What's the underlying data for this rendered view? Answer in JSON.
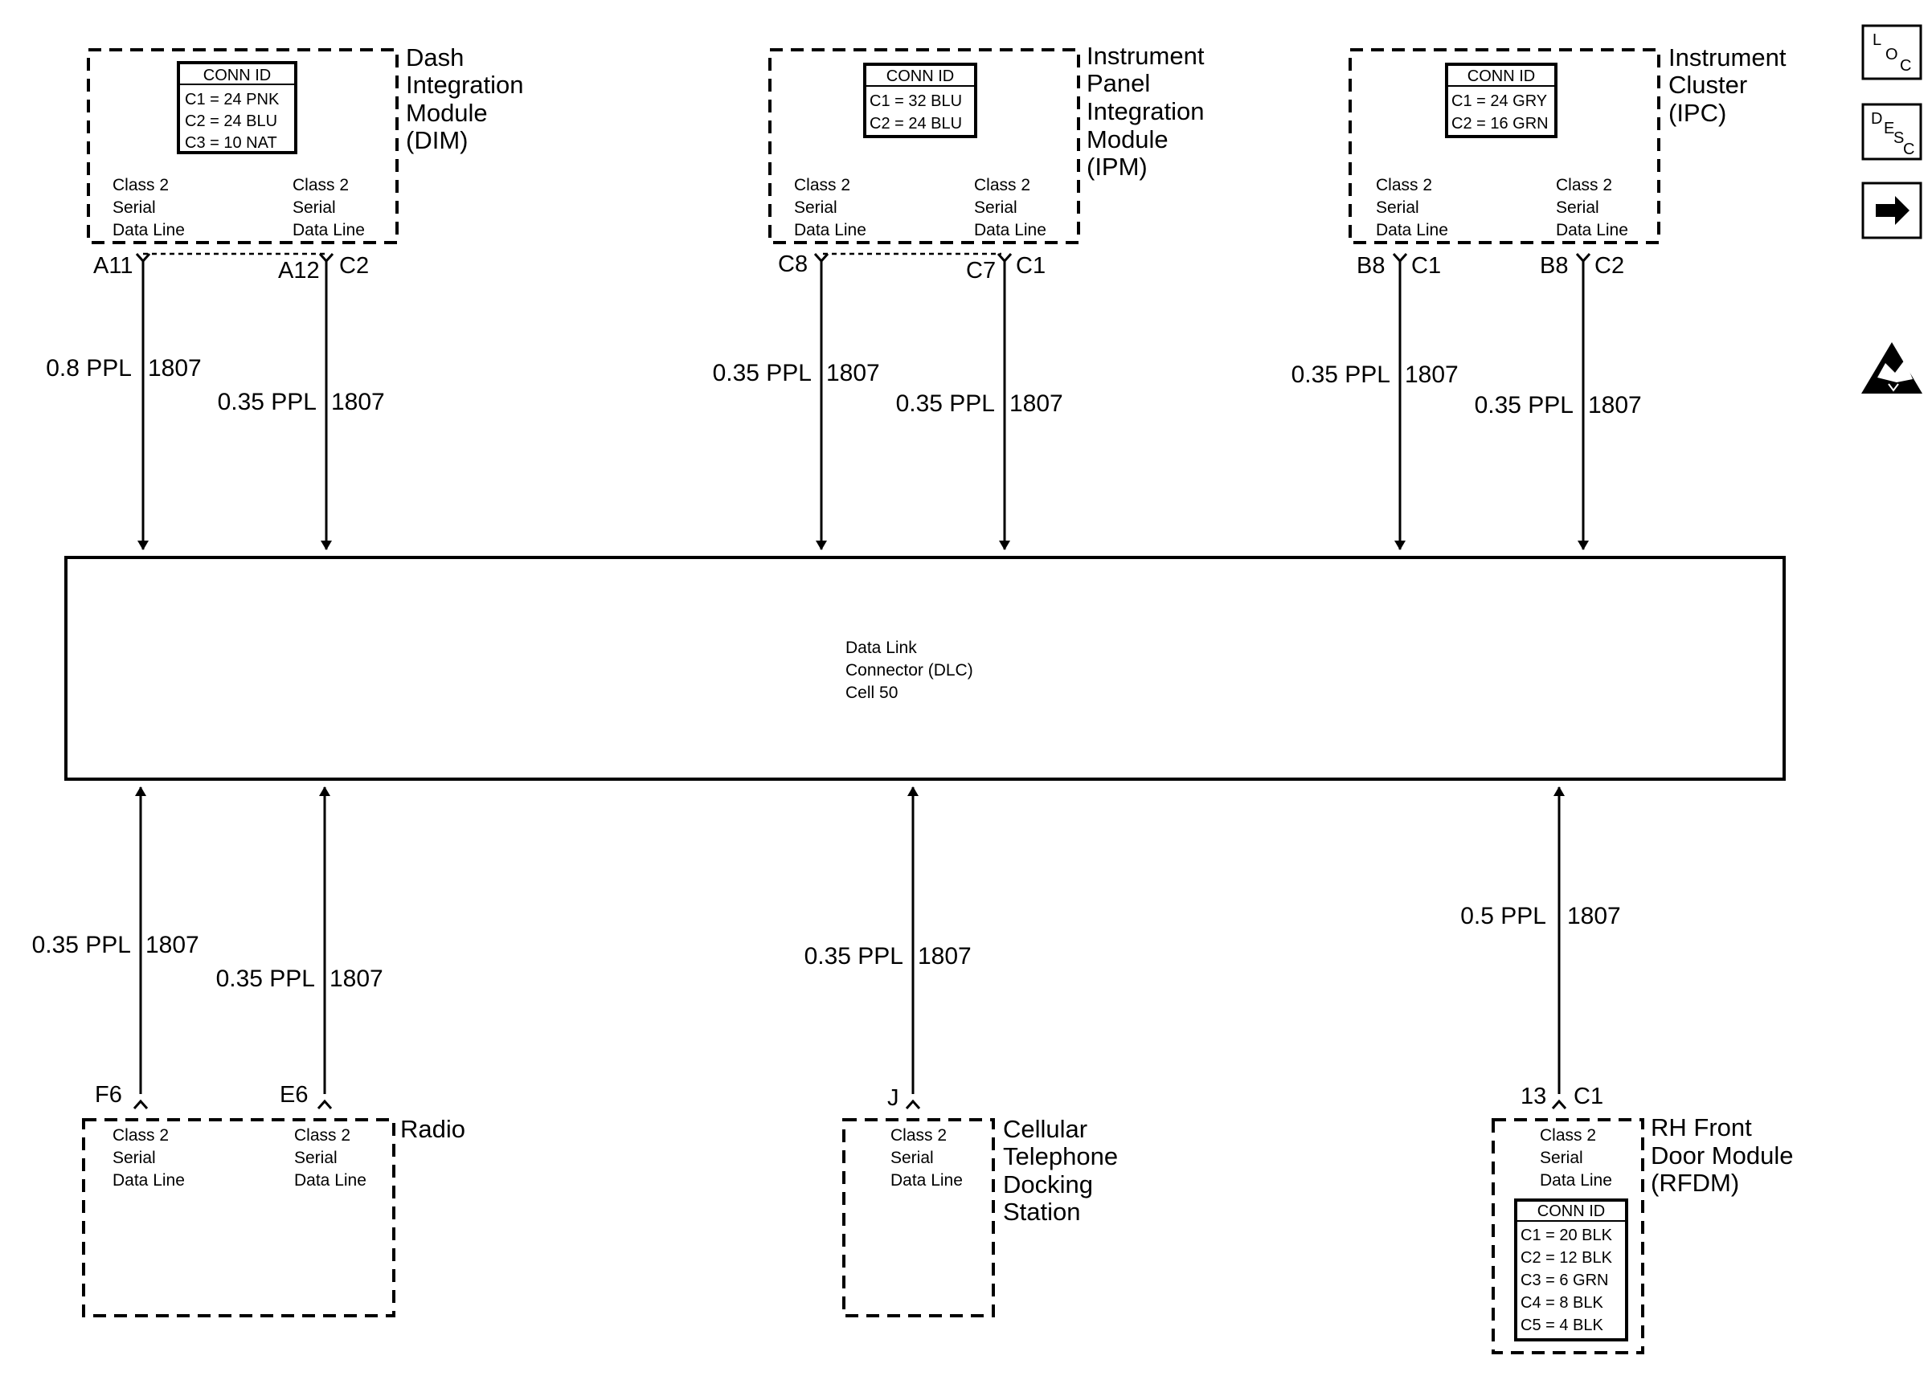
{
  "dlc": {
    "lines": [
      "Data Link",
      "Connector (DLC)",
      "Cell 50"
    ]
  },
  "class2_lines": [
    "Class 2",
    "Serial",
    "Data Line"
  ],
  "modules": {
    "dim": {
      "name_lines": [
        "Dash",
        "Integration",
        "Module",
        "(DIM)"
      ],
      "conn_title": "CONN ID",
      "conn_rows": [
        "C1 = 24 PNK",
        "C2 = 24 BLU",
        "C3 = 10 NAT"
      ]
    },
    "ipm": {
      "name_lines": [
        "Instrument",
        "Panel",
        "Integration",
        "Module",
        "(IPM)"
      ],
      "conn_title": "CONN ID",
      "conn_rows": [
        "C1 = 32 BLU",
        "C2 = 24 BLU"
      ]
    },
    "ipc": {
      "name_lines": [
        "Instrument",
        "Cluster",
        "(IPC)"
      ],
      "conn_title": "CONN ID",
      "conn_rows": [
        "C1 = 24 GRY",
        "C2 = 16 GRN"
      ]
    },
    "radio": {
      "name_lines": [
        "Radio"
      ]
    },
    "cell": {
      "name_lines": [
        "Cellular",
        "Telephone",
        "Docking",
        "Station"
      ]
    },
    "rfdm": {
      "name_lines": [
        "RH Front",
        "Door Module",
        "(RFDM)"
      ],
      "conn_title": "CONN ID",
      "conn_rows": [
        "C1 = 20 BLK",
        "C2 = 12 BLK",
        "C3 = 6 GRN",
        "C4 = 8 BLK",
        "C5 = 4 BLK"
      ]
    }
  },
  "pins": {
    "dim_a11": "A11",
    "dim_a12": "A12",
    "dim_c2": "C2",
    "ipm_c8": "C8",
    "ipm_c7": "C7",
    "ipm_c1": "C1",
    "ipc1_b8": "B8",
    "ipc1_c1": "C1",
    "ipc2_b8": "B8",
    "ipc2_c2": "C2",
    "radio_f6": "F6",
    "radio_e6": "E6",
    "cell_j": "J",
    "rfdm_13": "13",
    "rfdm_c1": "C1"
  },
  "wires": {
    "w1": {
      "gauge": "0.8 PPL",
      "circuit": "1807"
    },
    "w2": {
      "gauge": "0.35 PPL",
      "circuit": "1807"
    },
    "w3": {
      "gauge": "0.35 PPL",
      "circuit": "1807"
    },
    "w4": {
      "gauge": "0.35 PPL",
      "circuit": "1807"
    },
    "w5": {
      "gauge": "0.35 PPL",
      "circuit": "1807"
    },
    "w6": {
      "gauge": "0.35 PPL",
      "circuit": "1807"
    },
    "w7": {
      "gauge": "0.35 PPL",
      "circuit": "1807"
    },
    "w8": {
      "gauge": "0.35 PPL",
      "circuit": "1807"
    },
    "w9": {
      "gauge": "0.35 PPL",
      "circuit": "1807"
    },
    "w10": {
      "gauge": "0.5 PPL",
      "circuit": "1807"
    }
  },
  "side_icons": {
    "loc": {
      "big": "L",
      "small": "O",
      "sub": "C"
    },
    "desc": {
      "big": "D",
      "small": "E",
      "sub1": "S",
      "sub2": "C"
    }
  }
}
